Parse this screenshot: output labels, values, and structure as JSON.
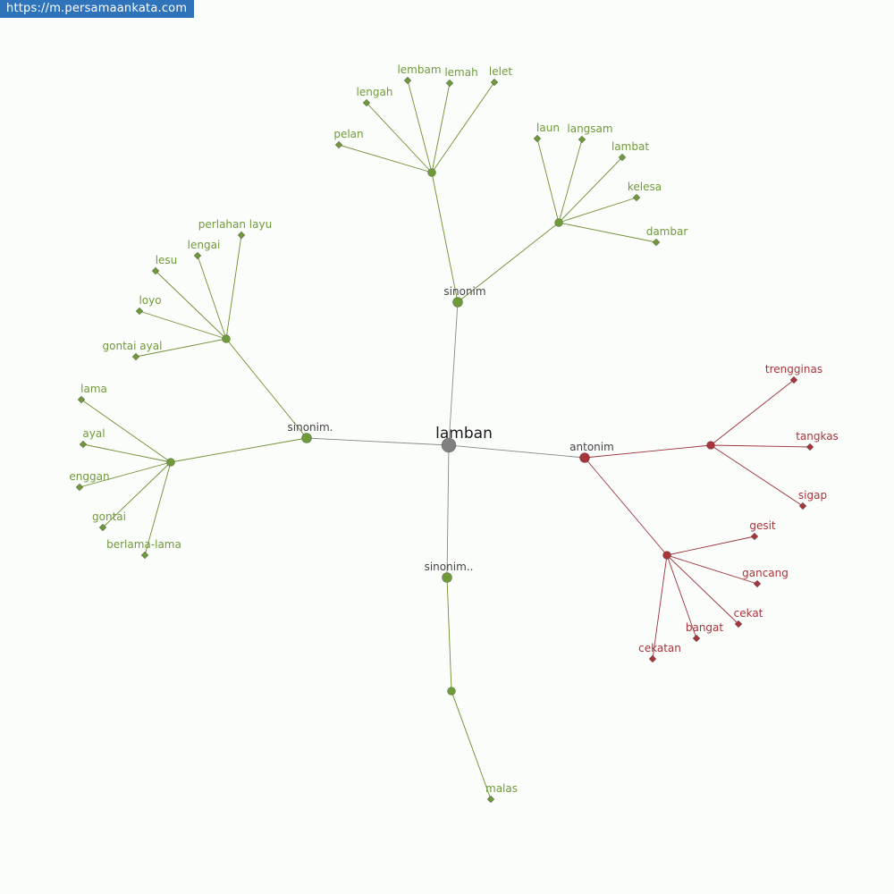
{
  "source_url": "https://m.persamaankata.com",
  "colors": {
    "root": "#808080",
    "synonym": "#6f9a3a",
    "synonym_edge": "#6d8f2f",
    "synonym_text": "#6f9a3a",
    "antonym": "#a8343c",
    "antonym_edge": "#9b3039",
    "antonym_text": "#a8343c",
    "category_text": "#444444",
    "root_edge": "#888888"
  },
  "root": {
    "label": "lamban"
  },
  "categories": [
    {
      "id": "cat_top",
      "label": "sinonim",
      "type": "synonym"
    },
    {
      "id": "cat_left",
      "label": "sinonim.",
      "type": "synonym"
    },
    {
      "id": "cat_bottom",
      "label": "sinonim..",
      "type": "synonym"
    },
    {
      "id": "cat_right",
      "label": "antonim",
      "type": "antonym"
    }
  ],
  "groups": [
    {
      "id": "g_top_a",
      "type": "synonym",
      "words": [
        "pelan",
        "lengah",
        "lembam",
        "lemah",
        "lelet"
      ]
    },
    {
      "id": "g_top_b",
      "type": "synonym",
      "words": [
        "laun",
        "langsam",
        "lambat",
        "kelesa",
        "dambar"
      ]
    },
    {
      "id": "g_left_a",
      "type": "synonym",
      "words": [
        "perlahan layu",
        "lengai",
        "lesu",
        "loyo",
        "gontai ayal"
      ]
    },
    {
      "id": "g_left_b",
      "type": "synonym",
      "words": [
        "lama",
        "ayal",
        "enggan",
        "gontai",
        "berlama-lama"
      ]
    },
    {
      "id": "g_bottom",
      "type": "synonym",
      "words": [
        "malas"
      ]
    },
    {
      "id": "g_right_a",
      "type": "antonym",
      "words": [
        "trengginas",
        "tangkas",
        "sigap"
      ]
    },
    {
      "id": "g_right_b",
      "type": "antonym",
      "words": [
        "gesit",
        "gancang",
        "cekat",
        "bangat",
        "cekatan"
      ]
    }
  ]
}
